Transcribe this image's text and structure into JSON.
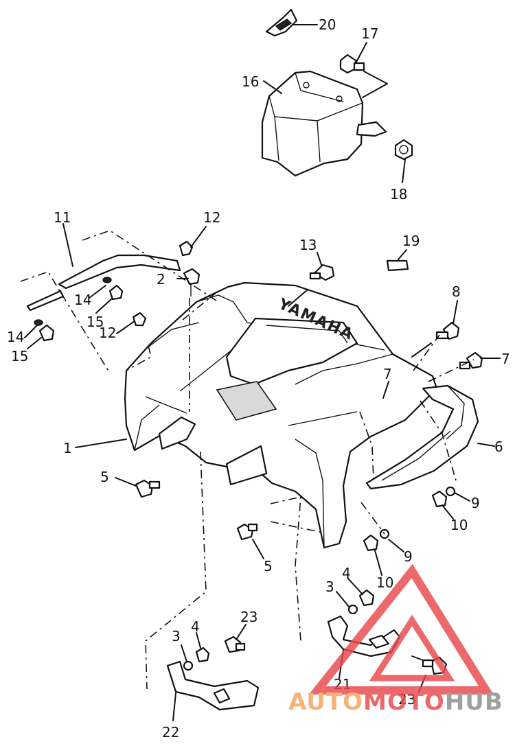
{
  "callouts": [
    {
      "n": "20"
    },
    {
      "n": "17"
    },
    {
      "n": "16"
    },
    {
      "n": "18"
    },
    {
      "n": "11"
    },
    {
      "n": "12"
    },
    {
      "n": "2"
    },
    {
      "n": "14"
    },
    {
      "n": "15"
    },
    {
      "n": "12"
    },
    {
      "n": "14"
    },
    {
      "n": "15"
    },
    {
      "n": "13"
    },
    {
      "n": "19"
    },
    {
      "n": "8"
    },
    {
      "n": "7"
    },
    {
      "n": "7"
    },
    {
      "n": "1"
    },
    {
      "n": "6"
    },
    {
      "n": "5"
    },
    {
      "n": "9"
    },
    {
      "n": "10"
    },
    {
      "n": "5"
    },
    {
      "n": "9"
    },
    {
      "n": "4"
    },
    {
      "n": "10"
    },
    {
      "n": "3"
    },
    {
      "n": "23"
    },
    {
      "n": "3"
    },
    {
      "n": "4"
    },
    {
      "n": "21"
    },
    {
      "n": "23"
    },
    {
      "n": "22"
    }
  ],
  "fender_brand": "YAMAHA",
  "watermark": {
    "part1": "AUTO",
    "part2": "MOTO",
    "part3": "HUB",
    "color_red": "#e8474a",
    "color_orange": "#f4a35a",
    "color_gray": "#8c8c8c"
  }
}
